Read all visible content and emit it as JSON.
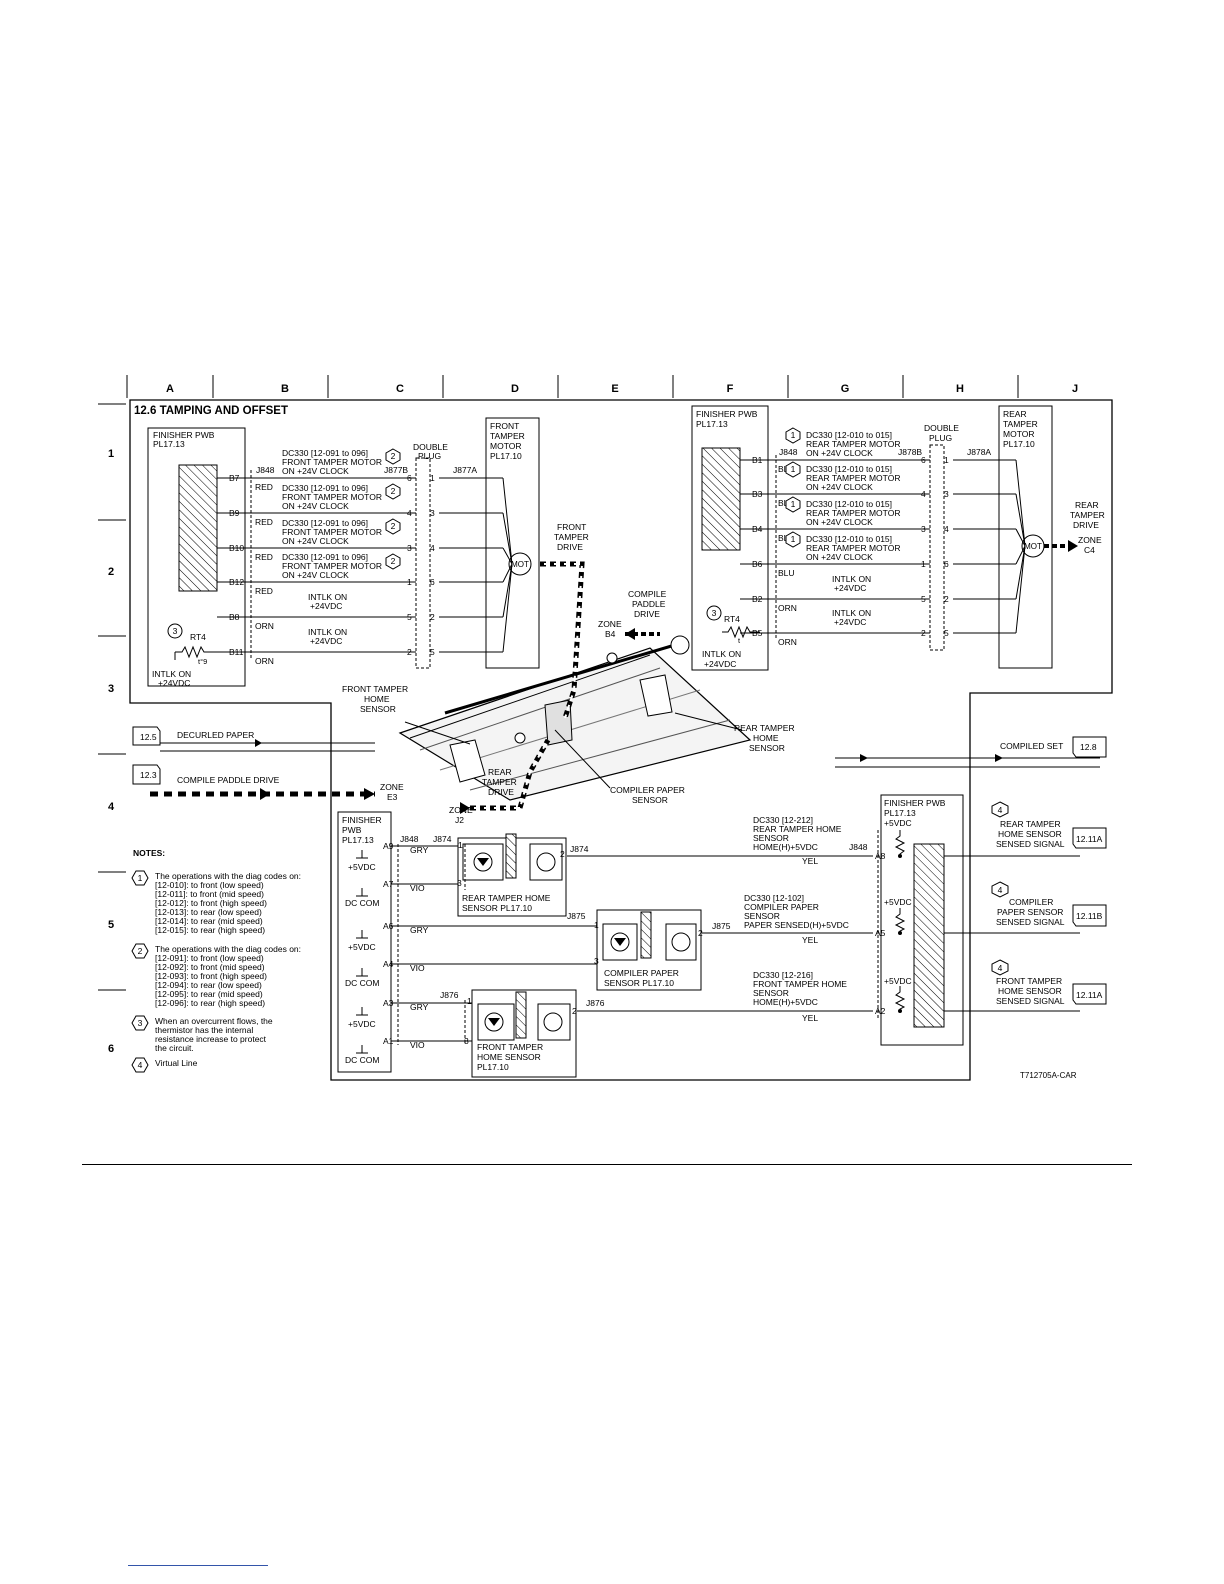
{
  "title": "12.6 TAMPING AND OFFSET",
  "drawing_id": "T712705A-CAR",
  "zone_columns": [
    "A",
    "B",
    "C",
    "D",
    "E",
    "F",
    "G",
    "H",
    "J"
  ],
  "zone_rows": [
    "1",
    "2",
    "3",
    "4",
    "5",
    "6"
  ],
  "front_circuit": {
    "pwb_lines": [
      "FINISHER PWB",
      "PL17.13"
    ],
    "j848": "J848",
    "j877b": "J877B",
    "j877a": "J877A",
    "double_plug": [
      "DOUBLE",
      "PLUG"
    ],
    "motor_lines": [
      "FRONT",
      "TAMPER",
      "MOTOR",
      "PL17.10"
    ],
    "mot": "MOT",
    "drive_lines": [
      "FRONT",
      "TAMPER",
      "DRIVE"
    ],
    "pins": [
      "B7",
      "B9",
      "B10",
      "B12",
      "B8",
      "B11"
    ],
    "colors": [
      "RED",
      "RED",
      "RED",
      "RED",
      "ORN",
      "ORN"
    ],
    "plug_left": [
      "6",
      "4",
      "3",
      "1",
      "5",
      "2"
    ],
    "plug_right": [
      "1",
      "3",
      "4",
      "6",
      "2",
      "5"
    ],
    "signals": [
      [
        "DC330 [12-091 to 096]",
        "FRONT TAMPER MOTOR",
        "ON +24V CLOCK"
      ],
      [
        "DC330 [12-091 to 096]",
        "FRONT TAMPER MOTOR",
        "ON +24V CLOCK"
      ],
      [
        "DC330 [12-091 to 096]",
        "FRONT TAMPER MOTOR",
        "ON +24V CLOCK"
      ],
      [
        "DC330 [12-091 to 096]",
        "FRONT TAMPER MOTOR",
        "ON +24V CLOCK"
      ]
    ],
    "intlk": [
      [
        "INTLK ON",
        "+24VDC"
      ],
      [
        "INTLK ON",
        "+24VDC"
      ]
    ],
    "rt4": "RT4",
    "rt4_sub": "t°9",
    "rt4_supply": [
      "INTLK ON",
      "+24VDC"
    ],
    "note_ref_2": "2",
    "note_ref_3": "3"
  },
  "rear_circuit": {
    "pwb_lines": [
      "FINISHER PWB",
      "PL17.13"
    ],
    "j848": "J848",
    "j878b": "J878B",
    "j878a": "J878A",
    "double_plug": [
      "DOUBLE",
      "PLUG"
    ],
    "motor_lines": [
      "REAR",
      "TAMPER",
      "MOTOR",
      "PL17.10"
    ],
    "mot": "MOT",
    "drive_lines": [
      "REAR",
      "TAMPER",
      "DRIVE"
    ],
    "zone": [
      "ZONE",
      "C4"
    ],
    "pins": [
      "B1",
      "B3",
      "B4",
      "B6",
      "B2",
      "B5"
    ],
    "colors": [
      "BLU",
      "BLU",
      "BLU",
      "BLU",
      "ORN",
      "ORN"
    ],
    "plug_left": [
      "6",
      "4",
      "3",
      "1",
      "5",
      "2"
    ],
    "plug_right": [
      "1",
      "3",
      "4",
      "6",
      "2",
      "5"
    ],
    "signals": [
      [
        "DC330 [12-010 to 015]",
        "REAR TAMPER MOTOR",
        "ON +24V CLOCK"
      ],
      [
        "DC330 [12-010 to 015]",
        "REAR TAMPER MOTOR",
        "ON +24V CLOCK"
      ],
      [
        "DC330 [12-010 to 015]",
        "REAR TAMPER MOTOR",
        "ON +24V CLOCK"
      ],
      [
        "DC330 [12-010 to 015]",
        "REAR TAMPER MOTOR",
        "ON +24V CLOCK"
      ]
    ],
    "intlk": [
      [
        "INTLK ON",
        "+24VDC"
      ],
      [
        "INTLK ON",
        "+24VDC"
      ]
    ],
    "rt4": "RT4",
    "rt4_sub": "t",
    "rt4_supply": [
      "INTLK ON",
      "+24VDC"
    ],
    "note_ref_1": "1",
    "note_ref_3": "3"
  },
  "mechanism": {
    "compile_paddle_drive": [
      "COMPILE",
      "PADDLE",
      "DRIVE"
    ],
    "zone_b4": [
      "ZONE",
      "B4"
    ],
    "front_tamper_home_sensor": [
      "FRONT TAMPER",
      "HOME",
      "SENSOR"
    ],
    "rear_tamper_home_sensor": [
      "REAR TAMPER",
      "HOME",
      "SENSOR"
    ],
    "compiler_paper_sensor": [
      "COMPILER PAPER",
      "SENSOR"
    ],
    "rear_tamper_drive": [
      "REAR",
      "TAMPER",
      "DRIVE"
    ],
    "zone_j2": [
      "ZONE",
      "J2"
    ],
    "zone_e3": [
      "ZONE",
      "E3"
    ]
  },
  "flow": {
    "decurled_ref": "12.5",
    "decurled_label": "DECURLED PAPER",
    "compile_ref": "12.3",
    "compile_label": "COMPILE PADDLE DRIVE",
    "compiled_set_label": "COMPILED SET",
    "compiled_set_ref": "12.8"
  },
  "sensor_circuit": {
    "pwb_left": [
      "FINISHER",
      "PWB",
      "PL17.13"
    ],
    "j848": "J848",
    "j874": "J874",
    "j875": "J875",
    "j876": "J876",
    "pins_left": [
      "A9",
      "A7",
      "A6",
      "A4",
      "A3",
      "A1"
    ],
    "colors_left": [
      "GRY",
      "VIO",
      "GRY",
      "VIO",
      "GRY",
      "VIO"
    ],
    "vdc": "+5VDC",
    "dc_com": "DC COM",
    "pin1": "1",
    "pin2": "2",
    "pin3": "3",
    "rear_home_sensor": [
      "REAR TAMPER HOME",
      "SENSOR PL17.10"
    ],
    "compiler_sensor": [
      "COMPILER PAPER",
      "SENSOR PL17.10"
    ],
    "front_home_sensor": [
      "FRONT TAMPER",
      "HOME SENSOR",
      "PL17.10"
    ],
    "sig_rear": [
      "DC330 [12-212]",
      "REAR TAMPER HOME",
      "SENSOR",
      "HOME(H)+5VDC"
    ],
    "sig_compiler": [
      "DC330 [12-102]",
      "COMPILER PAPER",
      "SENSOR",
      "PAPER SENSED(H)+5VDC"
    ],
    "sig_front": [
      "DC330 [12-216]",
      "FRONT TAMPER HOME",
      "SENSOR",
      "HOME(H)+5VDC"
    ],
    "yel": "YEL",
    "pwb_right": [
      "FINISHER PWB",
      "PL17.13"
    ],
    "pins_right": [
      "A8",
      "A5",
      "A2"
    ],
    "out_rear": [
      "REAR TAMPER",
      "HOME SENSOR",
      "SENSED SIGNAL"
    ],
    "out_compiler": [
      "COMPILER",
      "PAPER SENSOR",
      "SENSED SIGNAL"
    ],
    "out_front": [
      "FRONT TAMPER",
      "HOME SENSOR",
      "SENSED SIGNAL"
    ],
    "out_refs": [
      "12.11A",
      "12.11B",
      "12.11A"
    ],
    "note_ref_4": "4"
  },
  "notes": {
    "heading": "NOTES:",
    "items": [
      {
        "num": "1",
        "lines": [
          "The operations with the diag codes on:",
          "[12-010]: to front (low speed)",
          "[12-011]: to front (mid speed)",
          "[12-012]: to front (high speed)",
          "[12-013]: to rear (low speed)",
          "[12-014]: to rear (mid speed)",
          "[12-015]: to rear (high speed)"
        ]
      },
      {
        "num": "2",
        "lines": [
          "The operations with the diag codes on:",
          "[12-091]: to front (low speed)",
          "[12-092]: to front (mid speed)",
          "[12-093]: to front (high speed)",
          "[12-094]: to rear (low speed)",
          "[12-095]: to rear (mid speed)",
          "[12-096]: to rear (high speed)"
        ]
      },
      {
        "num": "3",
        "lines": [
          "When an overcurrent flows, the",
          "thermistor has the internal",
          "resistance increase to protect",
          "the circuit."
        ]
      },
      {
        "num": "4",
        "lines": [
          "Virtual Line"
        ]
      }
    ]
  }
}
